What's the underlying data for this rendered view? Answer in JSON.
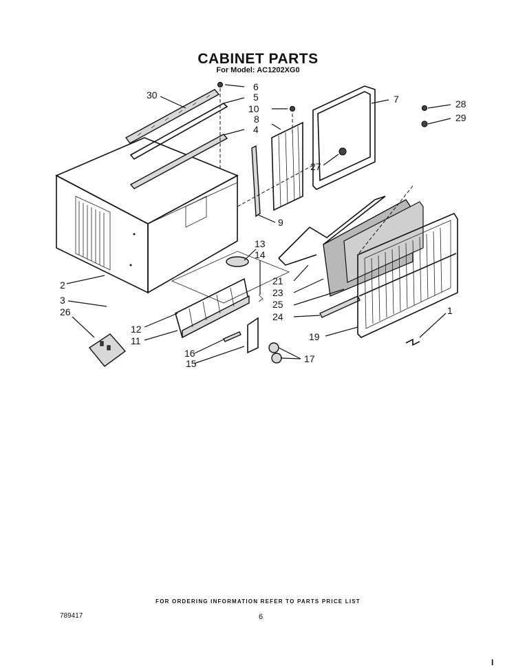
{
  "title": "CABINET PARTS",
  "subtitle": "For Model: AC1202XG0",
  "footer_note": "FOR ORDERING INFORMATION REFER TO PARTS PRICE LIST",
  "page_id": "789417",
  "page_number": "6",
  "corner_mark": "I",
  "callouts": {
    "c1": "1",
    "c2": "2",
    "c3": "3",
    "c4": "4",
    "c5": "5",
    "c6": "6",
    "c7": "7",
    "c8": "8",
    "c9": "9",
    "c10": "10",
    "c11": "11",
    "c12": "12",
    "c13": "13",
    "c14": "14",
    "c15": "15",
    "c16": "16",
    "c17": "17",
    "c19": "19",
    "c21": "21",
    "c23": "23",
    "c24": "24",
    "c25": "25",
    "c26": "26",
    "c27": "27",
    "c28": "28",
    "c29": "29",
    "c30": "30"
  }
}
